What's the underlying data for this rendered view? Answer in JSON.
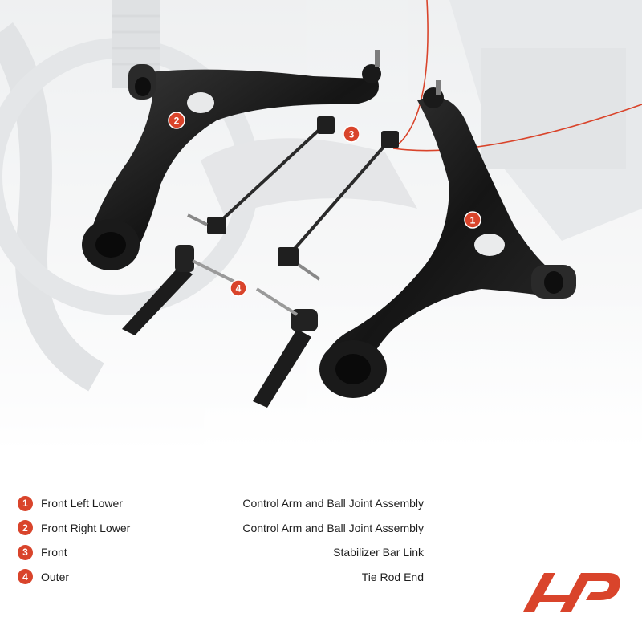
{
  "colors": {
    "accent": "#d9442b",
    "part": "#1c1c1c",
    "background_tint": "#eceeef"
  },
  "callouts": [
    {
      "number": "1"
    },
    {
      "number": "2"
    },
    {
      "number": "3"
    },
    {
      "number": "4"
    }
  ],
  "legend": [
    {
      "number": "1",
      "left": "Front Left Lower",
      "right": "Control Arm and Ball Joint Assembly"
    },
    {
      "number": "2",
      "left": "Front Right Lower",
      "right": "Control Arm and Ball Joint Assembly"
    },
    {
      "number": "3",
      "left": "Front",
      "right": "Stabilizer Bar Link"
    },
    {
      "number": "4",
      "left": "Outer",
      "right": "Tie Rod End"
    }
  ],
  "logo": {
    "icon": "brand-logo-icon"
  }
}
